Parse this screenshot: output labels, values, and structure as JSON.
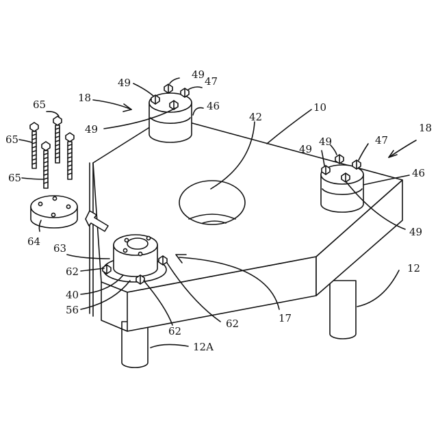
{
  "labels": {
    "l10": "10",
    "l12": "12",
    "l12a": "12A",
    "l17": "17",
    "l18_left": "18",
    "l18_right": "18",
    "l40": "40",
    "l42": "42",
    "l46_left": "46",
    "l46_right": "46",
    "l47_left": "47",
    "l47_right": "47",
    "l49_a": "49",
    "l49_b": "49",
    "l49_c": "49",
    "l49_d": "49",
    "l49_e": "49",
    "l49_f": "49",
    "l56": "56",
    "l62_a": "62",
    "l62_b": "62",
    "l62_c": "62",
    "l63": "63",
    "l64": "64",
    "l65_a": "65",
    "l65_b": "65",
    "l65_c": "65"
  }
}
